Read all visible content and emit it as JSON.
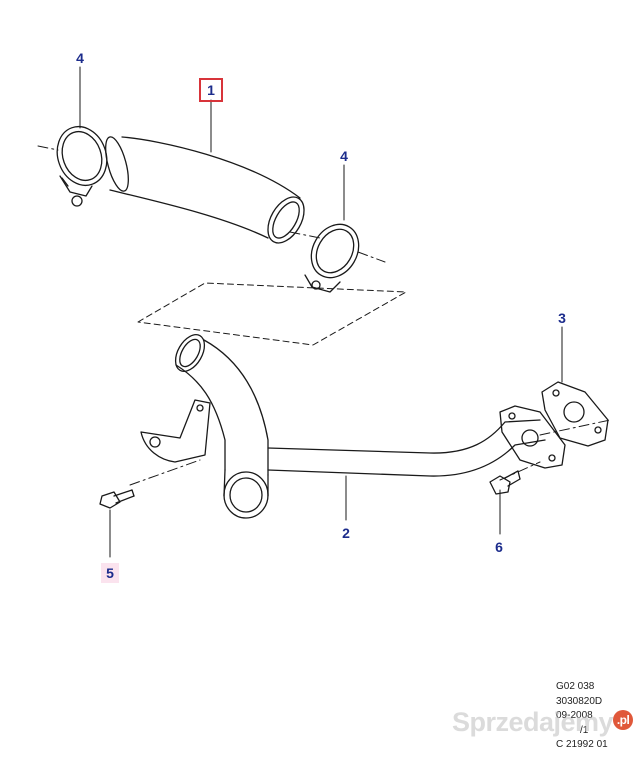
{
  "callouts": {
    "part_1": "1",
    "part_2": "2",
    "part_3": "3",
    "part_4_upper": "4",
    "part_4_mid": "4",
    "part_5": "5",
    "part_6": "6"
  },
  "reference": {
    "line1": "G02 038",
    "line2": "3030820D",
    "line3": "09-2008",
    "line4": "/1",
    "line5": "C 21992 01"
  },
  "watermark": {
    "text": "Sprzedajemy",
    "suffix": ".pl"
  },
  "colors": {
    "callout_text": "#1c2c8c",
    "callout_frame": "#d8343a",
    "highlight": "#fbe3ee",
    "line": "#1a1a1a"
  }
}
